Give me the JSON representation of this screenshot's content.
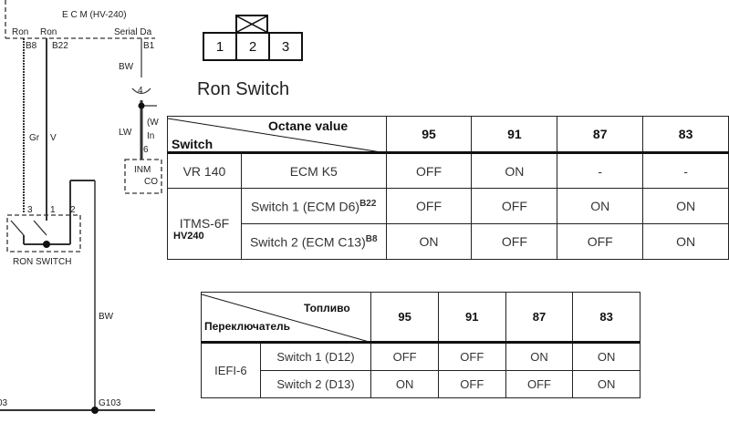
{
  "wiring": {
    "ecm_label": "E C M  (HV-240)",
    "pin_ron1": "Ron",
    "pin_ron2": "Ron",
    "pin_serial": "Serial Da",
    "term_b8": "B8",
    "term_b22": "B22",
    "term_b1": "B1",
    "wire_gr": "Gr",
    "wire_v": "V",
    "wire_bw_top": "BW",
    "wire_lw": "LW",
    "conn_4": "4",
    "conn_6": "6",
    "partial_w": "(W",
    "partial_in": "In",
    "partial_inm": "INM",
    "partial_co": "CO",
    "sw_pin3": "3",
    "sw_pin1": "1",
    "sw_pin2": "2",
    "ron_switch_label": "RON SWITCH",
    "wire_bw_bottom": "BW",
    "ground": "G103",
    "ground_left": "03"
  },
  "connector": {
    "pins": [
      "1",
      "2",
      "3"
    ],
    "title": "Ron Switch"
  },
  "table1": {
    "corner_top": "Octane value",
    "corner_bottom": "Switch",
    "columns": [
      "95",
      "91",
      "87",
      "83"
    ],
    "rows": [
      {
        "group": "VR 140",
        "name": "ECM K5",
        "values": [
          "OFF",
          "ON",
          "-",
          "-"
        ]
      },
      {
        "group": "ITMS-6F",
        "group_sub": "HV240",
        "name": "Switch 1 (ECM D6)",
        "sup": "B22",
        "values": [
          "OFF",
          "OFF",
          "ON",
          "ON"
        ]
      },
      {
        "name": "Switch 2 (ECM C13)",
        "sup": "B8",
        "values": [
          "ON",
          "OFF",
          "OFF",
          "ON"
        ]
      }
    ]
  },
  "table2": {
    "corner_top": "Топливо",
    "corner_bottom": "Переключатель",
    "columns": [
      "95",
      "91",
      "87",
      "83"
    ],
    "rows": [
      {
        "group": "IEFI-6",
        "name": "Switch 1 (D12)",
        "values": [
          "OFF",
          "OFF",
          "ON",
          "ON"
        ]
      },
      {
        "name": "Switch 2 (D13)",
        "values": [
          "ON",
          "OFF",
          "OFF",
          "ON"
        ]
      }
    ]
  }
}
